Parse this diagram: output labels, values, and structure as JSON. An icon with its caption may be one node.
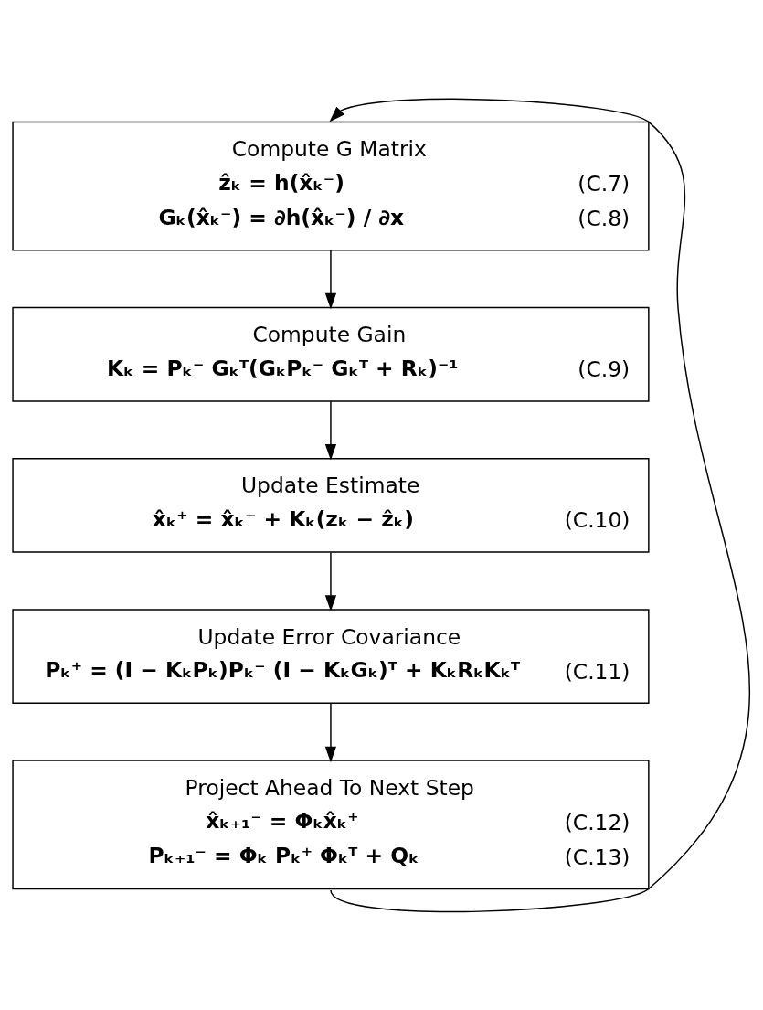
{
  "diagram": {
    "nodes": [
      {
        "text": [
          "Compute G Matrix",
          "ẑₖ = h(x̂ₖ⁻)",
          "(C.7)",
          "Gₖ(x̂ₖ⁻) = ∂h(x̂ₖ⁻) / ∂x",
          "(C.8)"
        ]
      },
      {
        "text": [
          "Compute Gain",
          "Kₖ = Pₖ⁻ Gₖᵀ(GₖPₖ⁻ Gₖᵀ + Rₖ)⁻¹",
          "(C.9)"
        ]
      },
      {
        "text": [
          "Update Estimate",
          "x̂ₖ⁺ = x̂ₖ⁻ + Kₖ(zₖ − ẑₖ)",
          "(C.10)"
        ]
      },
      {
        "text": [
          "Update Error Covariance",
          "Pₖ⁺ = (I − KₖPₖ)Pₖ⁻ (I − KₖGₖ)ᵀ + KₖRₖKₖᵀ",
          "(C.11)"
        ]
      },
      {
        "text": [
          "Project Ahead To Next Step",
          "x̂ₖ₊₁⁻ = Φₖx̂ₖ⁺",
          "(C.12)",
          "Pₖ₊₁⁻ = Φₖ Pₖ⁺ Φₖᵀ + Qₖ",
          "(C.13)"
        ]
      }
    ],
    "edges": [
      {
        "from": 0,
        "to": 1,
        "arrow": "to"
      },
      {
        "from": 1,
        "to": 2,
        "arrow": "to"
      },
      {
        "from": 2,
        "to": 3,
        "arrow": "to"
      },
      {
        "from": 3,
        "to": 4,
        "arrow": "to"
      },
      {
        "from": 4,
        "to": 0,
        "arrow": "to"
      }
    ]
  }
}
